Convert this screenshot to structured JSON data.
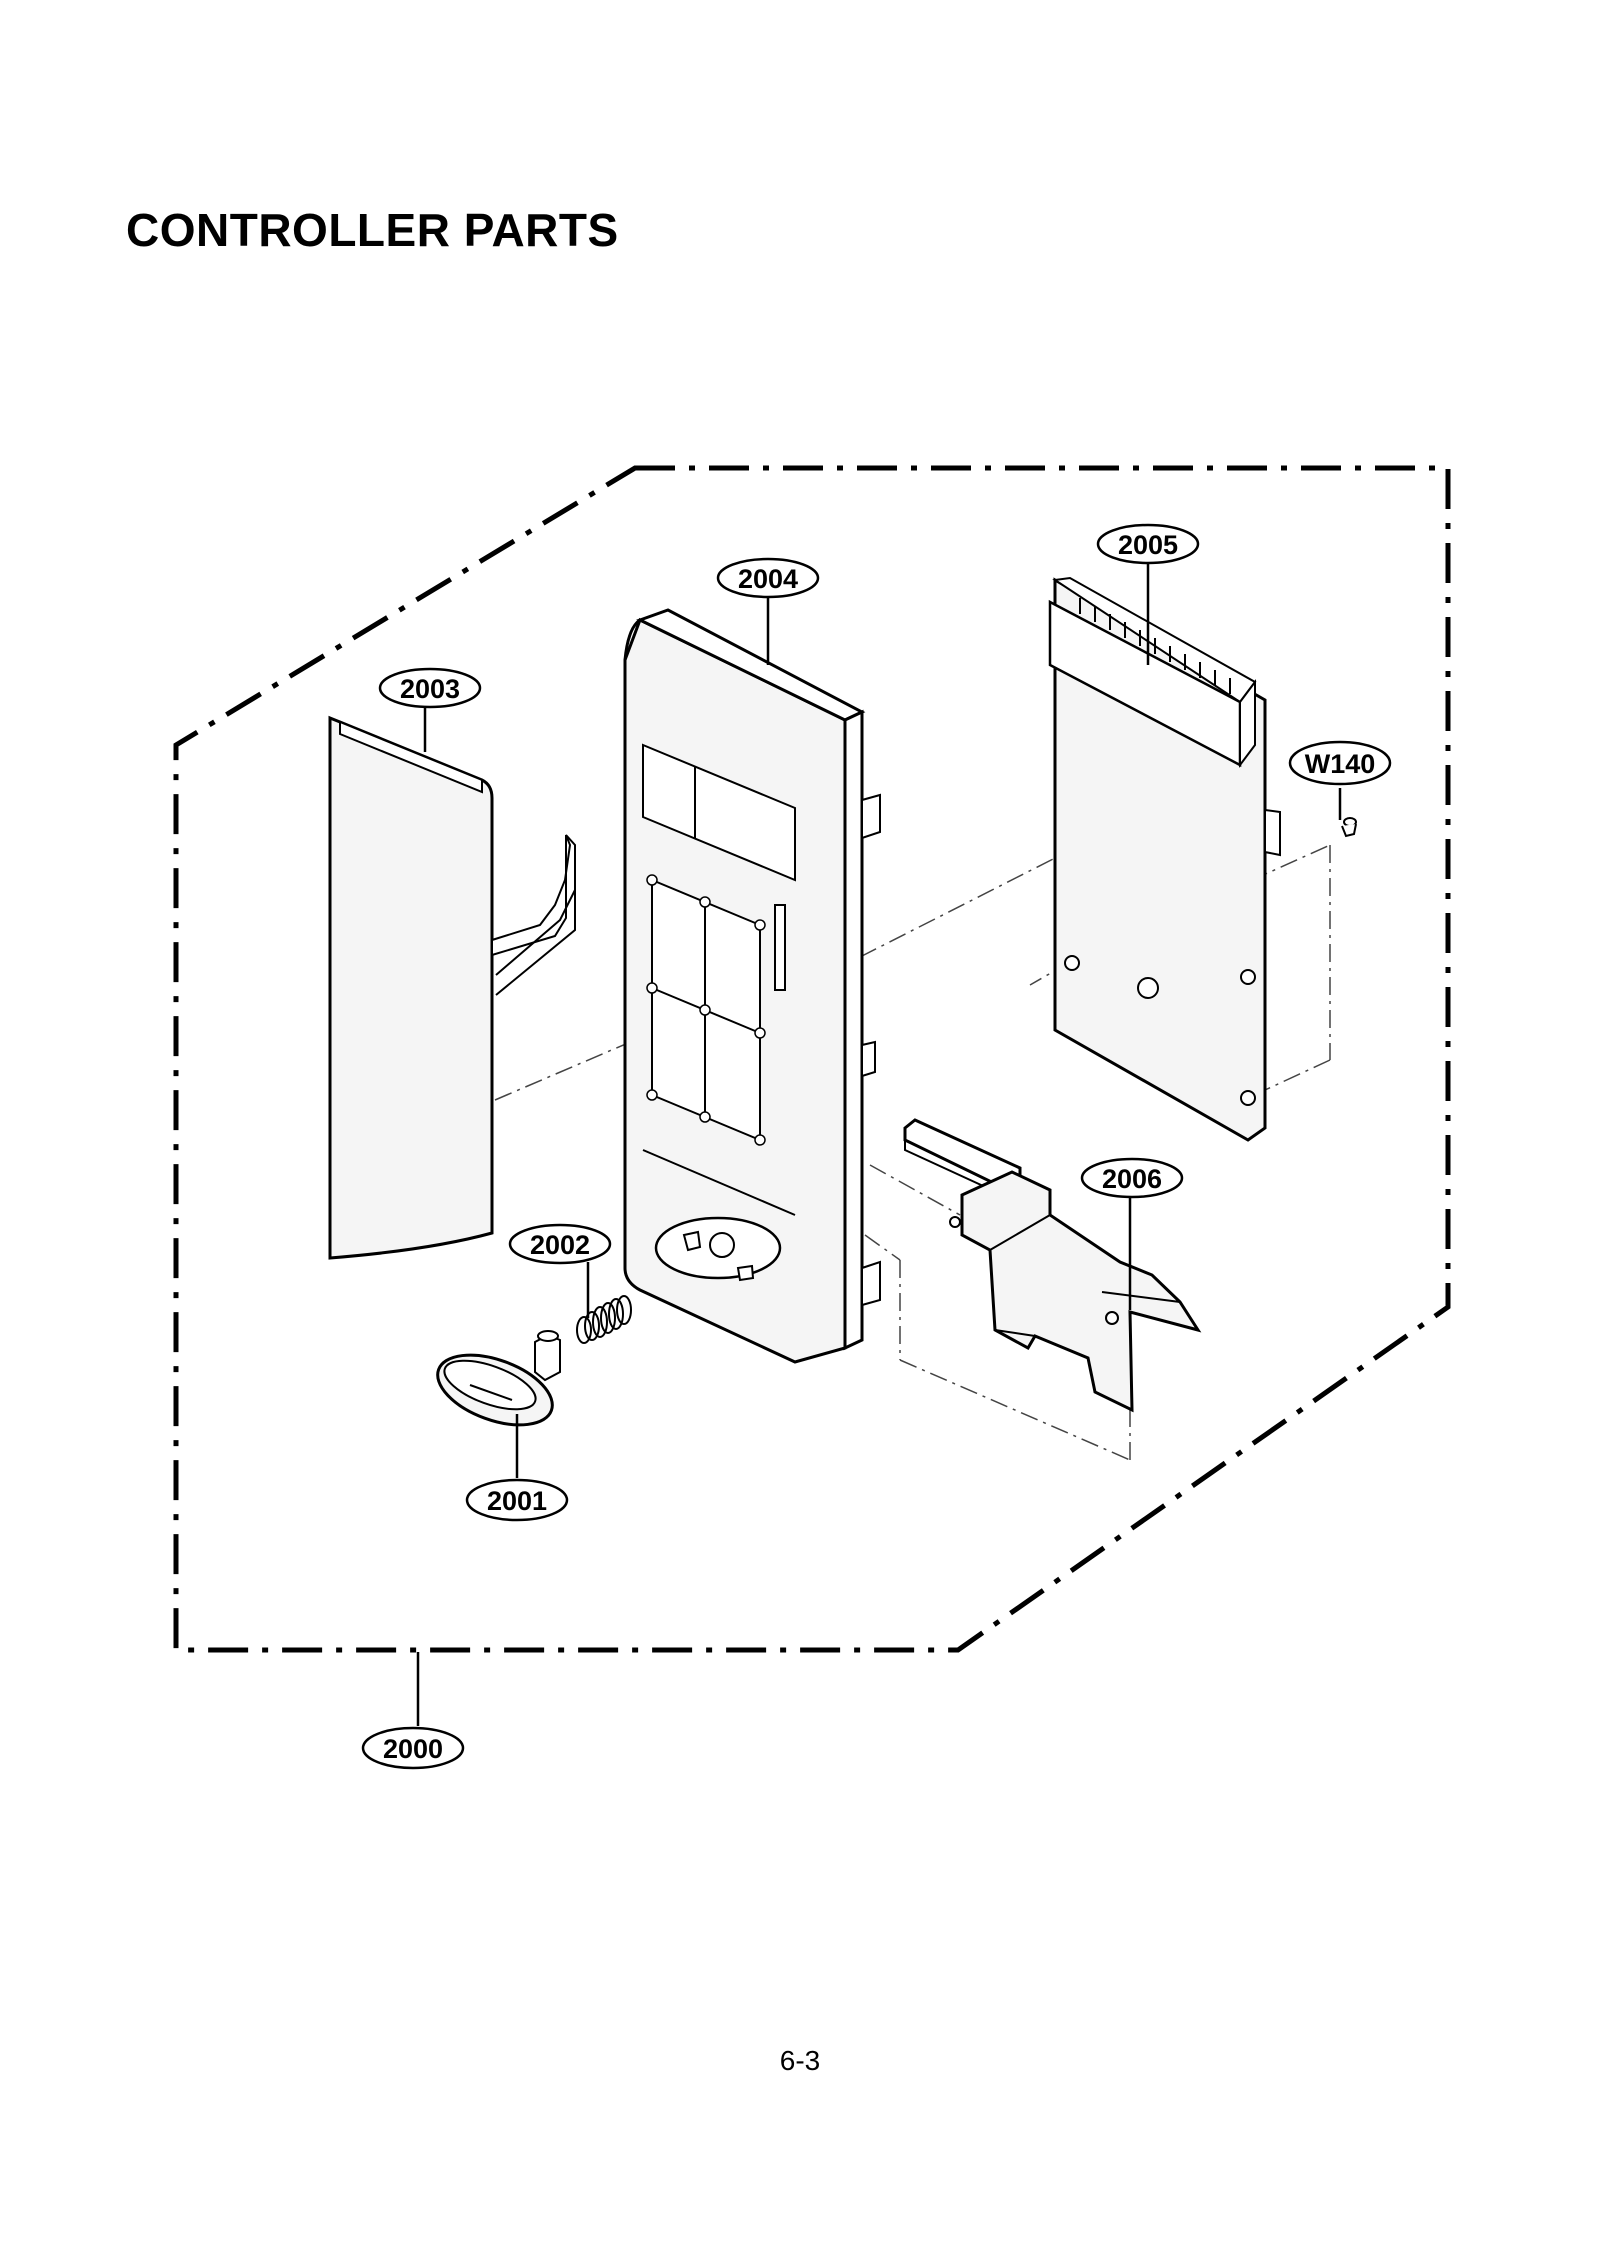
{
  "title": "CONTROLLER PARTS",
  "page_number": "6-3",
  "callouts": {
    "assembly": "2000",
    "knob": "2001",
    "spring": "2002",
    "window": "2003",
    "panel": "2004",
    "pcb": "2005",
    "lever": "2006",
    "screw": "W140"
  },
  "colors": {
    "ink": "#000000",
    "paper": "#ffffff",
    "fill": "#f5f5f5"
  }
}
